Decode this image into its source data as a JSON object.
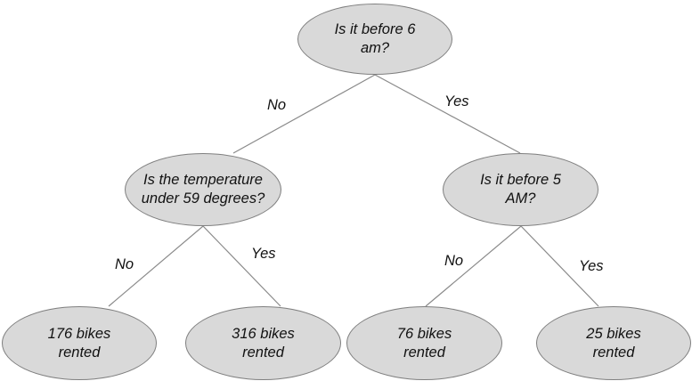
{
  "nodes": {
    "root": {
      "line1": "Is it before 6",
      "line2": "am?"
    },
    "left": {
      "line1": "Is the temperature",
      "line2": "under 59 degrees?"
    },
    "right": {
      "line1": "Is it before 5",
      "line2": "AM?"
    },
    "leaf_ll": {
      "line1": "176 bikes",
      "line2": "rented"
    },
    "leaf_lr": {
      "line1": "316 bikes",
      "line2": "rented"
    },
    "leaf_rl": {
      "line1": "76 bikes",
      "line2": "rented"
    },
    "leaf_rr": {
      "line1": "25 bikes",
      "line2": "rented"
    }
  },
  "edges": {
    "root_left": "No",
    "root_right": "Yes",
    "left_left": "No",
    "left_right": "Yes",
    "right_left": "No",
    "right_right": "Yes"
  }
}
